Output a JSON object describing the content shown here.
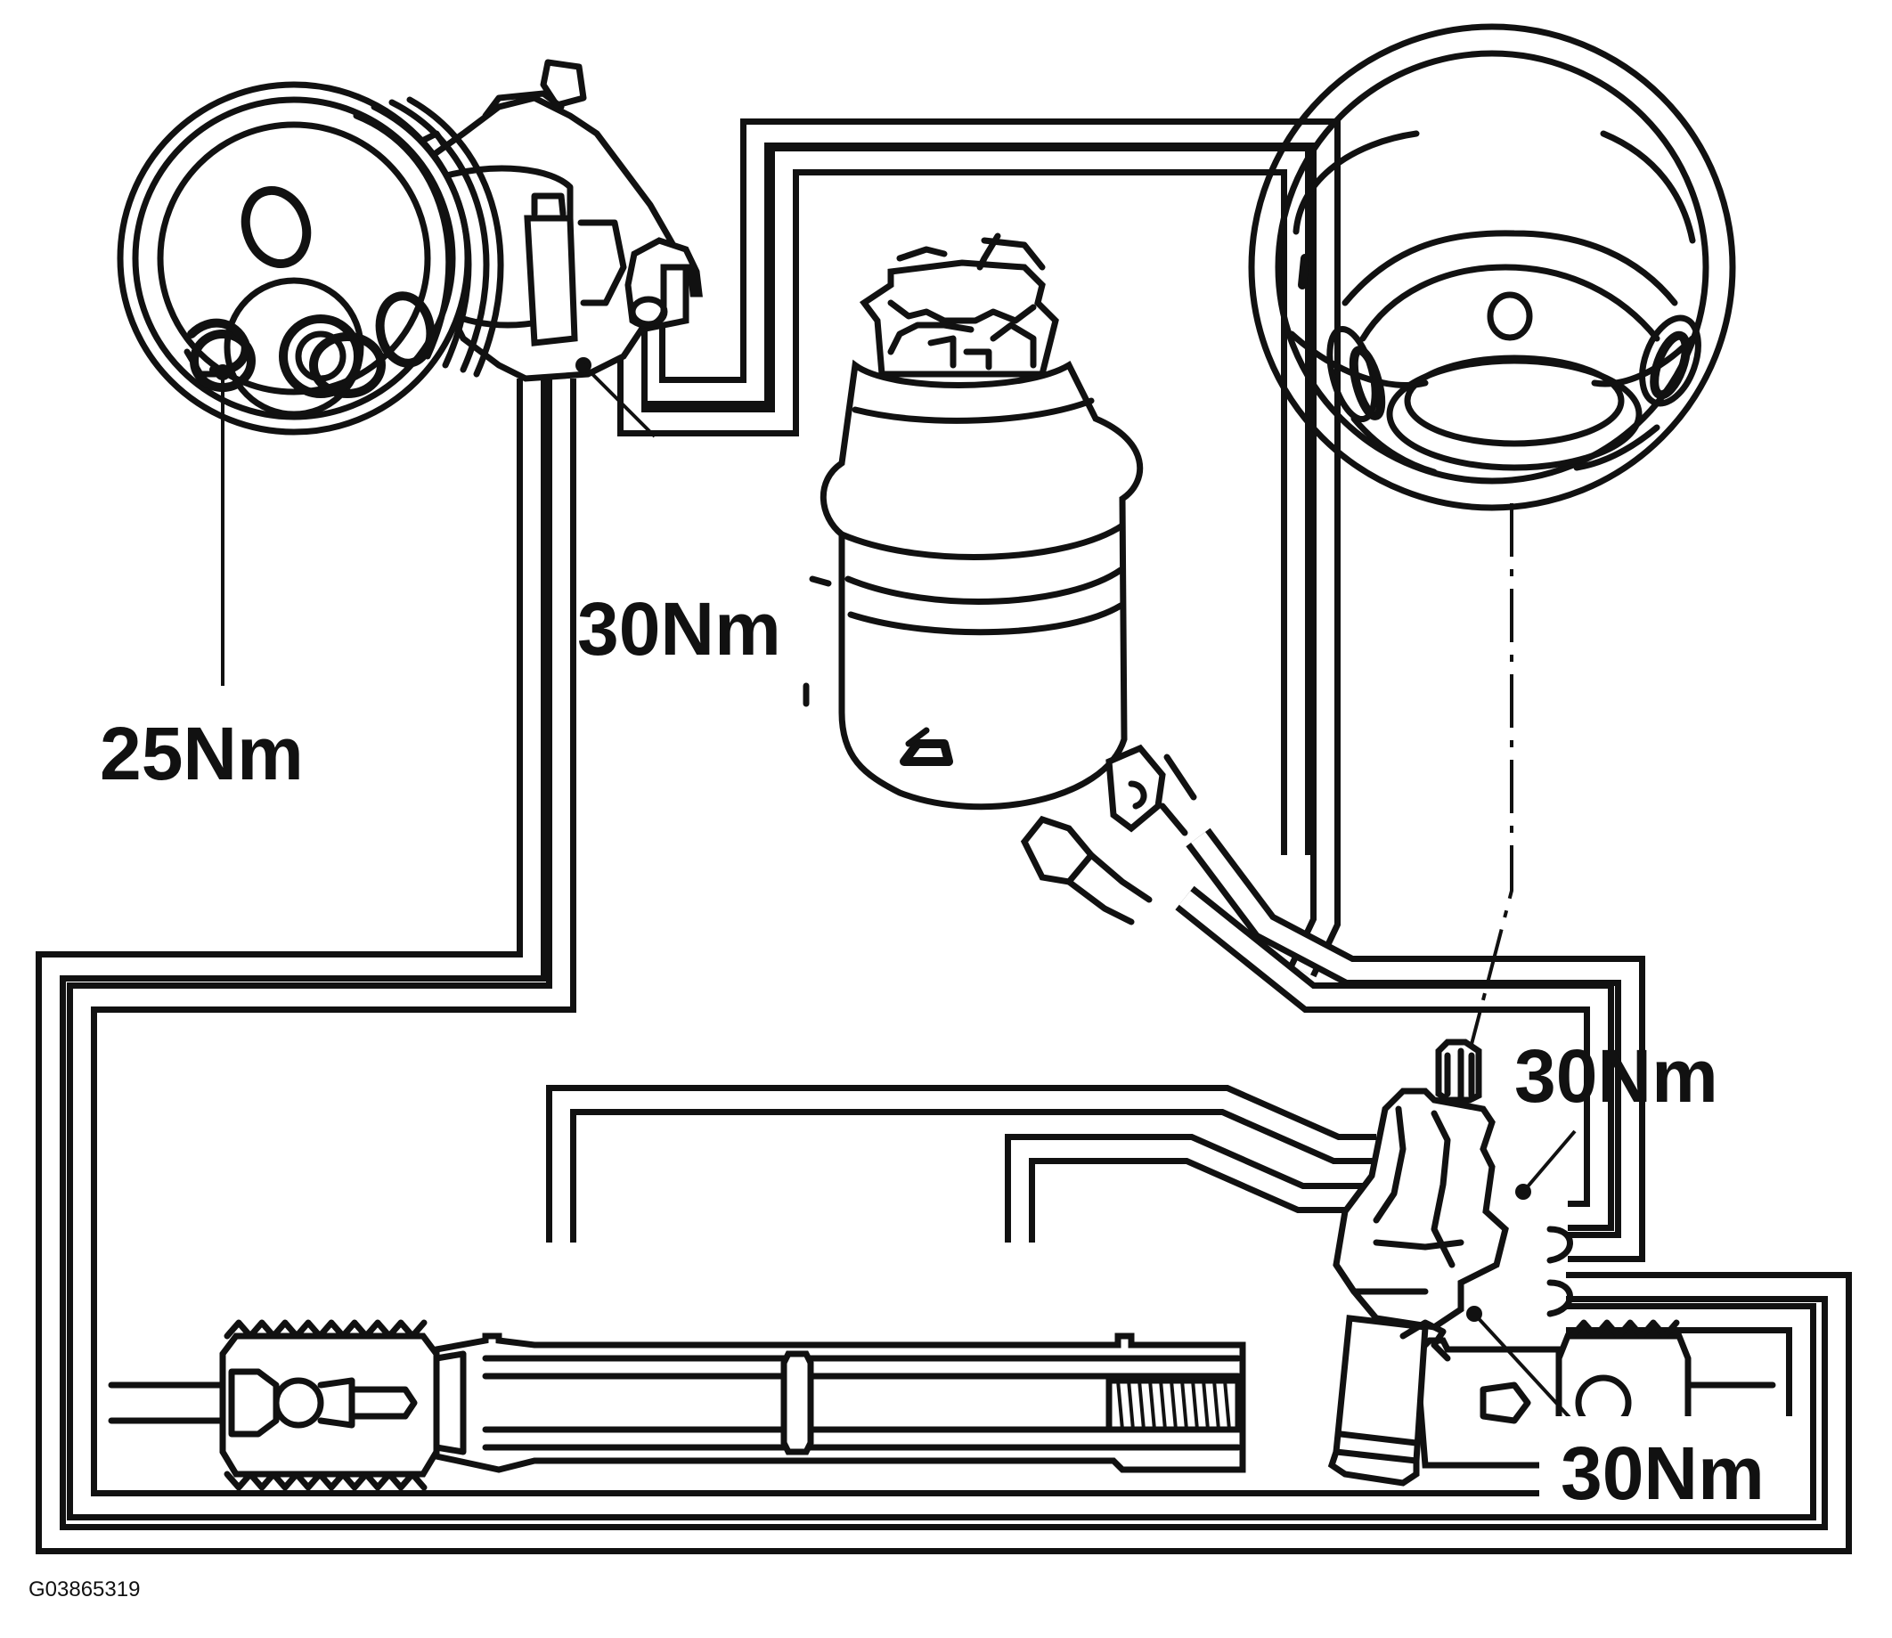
{
  "diagram": {
    "labels": {
      "pump_pulley_bolt": "25Nm",
      "pump_union": "30Nm",
      "rack_union_upper": "30Nm",
      "rack_union_lower": "30Nm"
    },
    "figure_id": "G03865319"
  }
}
